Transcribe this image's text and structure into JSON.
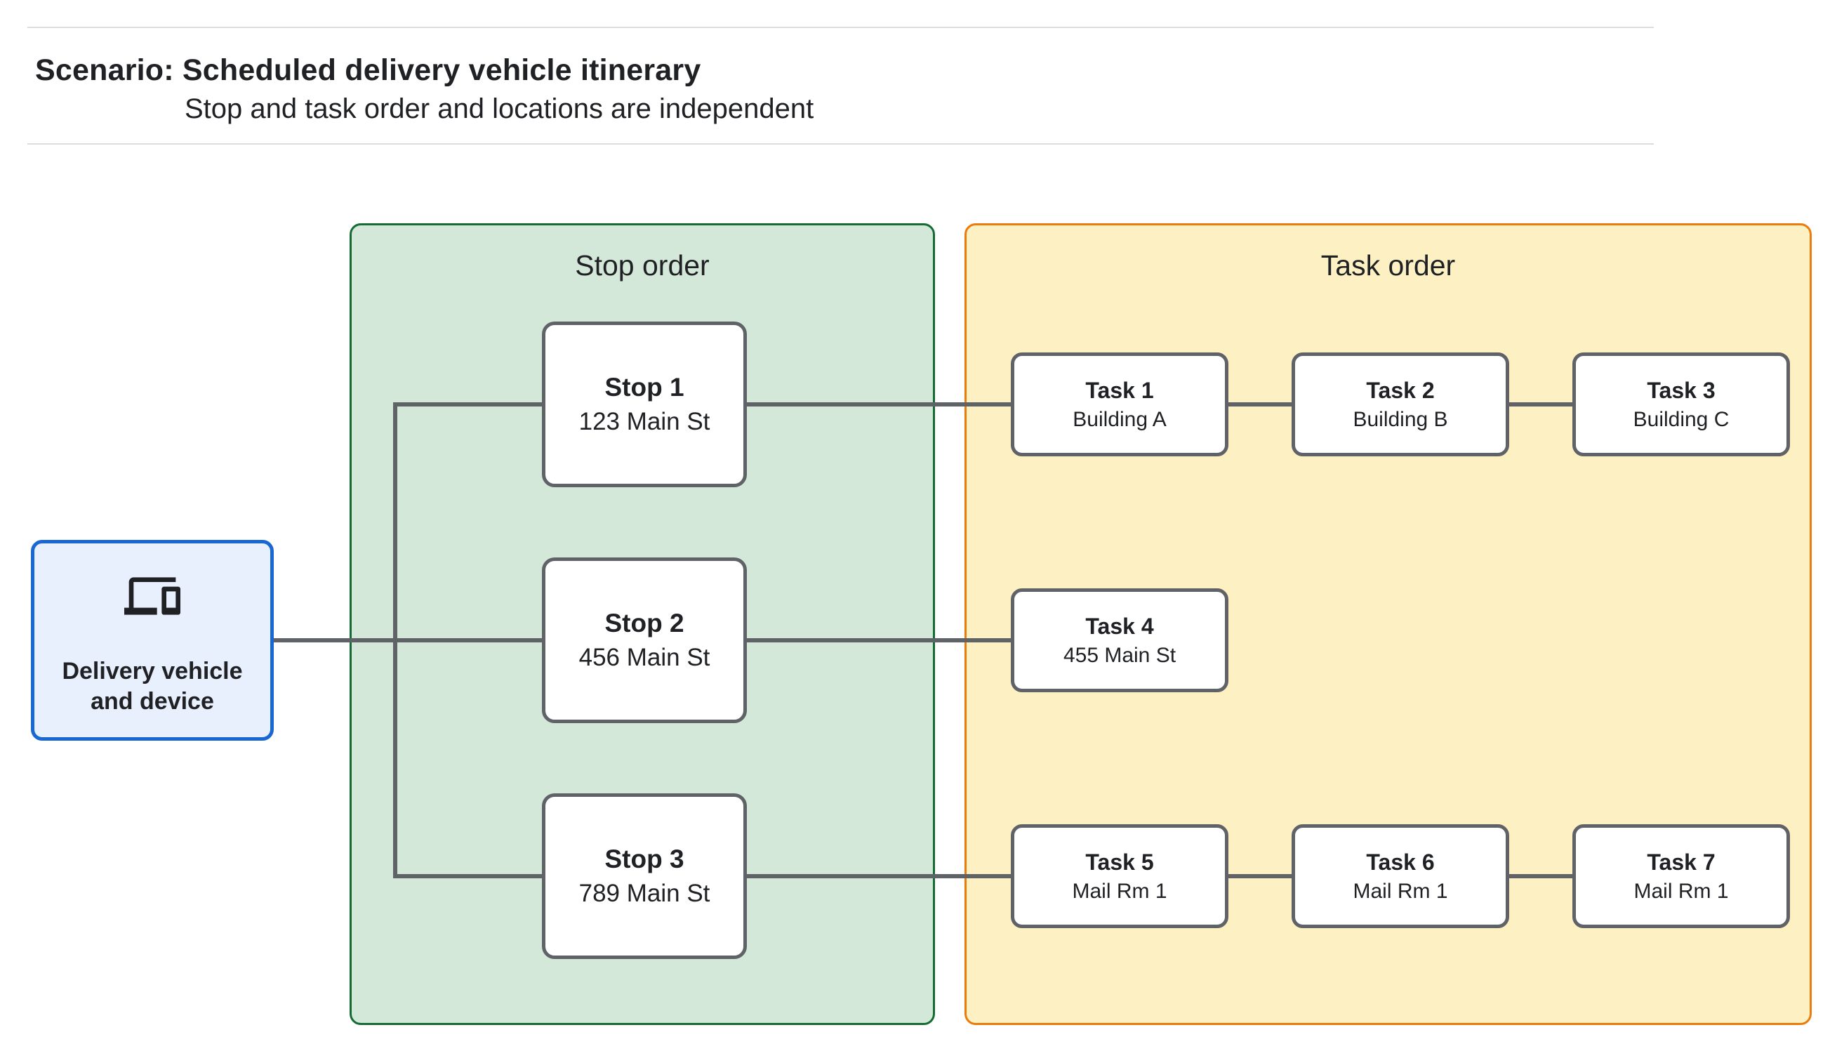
{
  "header": {
    "title": "Scenario: Scheduled delivery vehicle itinerary",
    "subtitle": "Stop and task order and locations are independent"
  },
  "vehicle": {
    "label": "Delivery vehicle and device",
    "icon": "devices-icon"
  },
  "panels": {
    "stop": {
      "title": "Stop order"
    },
    "task": {
      "title": "Task order"
    }
  },
  "stops": [
    {
      "name": "Stop 1",
      "location": "123 Main St"
    },
    {
      "name": "Stop 2",
      "location": "456 Main St"
    },
    {
      "name": "Stop 3",
      "location": "789 Main St"
    }
  ],
  "tasks": [
    {
      "name": "Task 1",
      "location": "Building A"
    },
    {
      "name": "Task 2",
      "location": "Building B"
    },
    {
      "name": "Task 3",
      "location": "Building C"
    },
    {
      "name": "Task 4",
      "location": "455 Main St"
    },
    {
      "name": "Task 5",
      "location": "Mail Rm 1"
    },
    {
      "name": "Task 6",
      "location": "Mail Rm 1"
    },
    {
      "name": "Task 7",
      "location": "Mail Rm 1"
    }
  ],
  "colors": {
    "vehicle_fill": "#e8f0fe",
    "vehicle_border": "#1967d2",
    "stop_panel_fill": "#d4e8d9",
    "stop_panel_border": "#166b34",
    "task_panel_fill": "#fdf0c3",
    "task_panel_border": "#ec7b0e",
    "card_border": "#5f6368",
    "connector": "#5f6368",
    "divider": "#dadce0",
    "text": "#202124"
  }
}
